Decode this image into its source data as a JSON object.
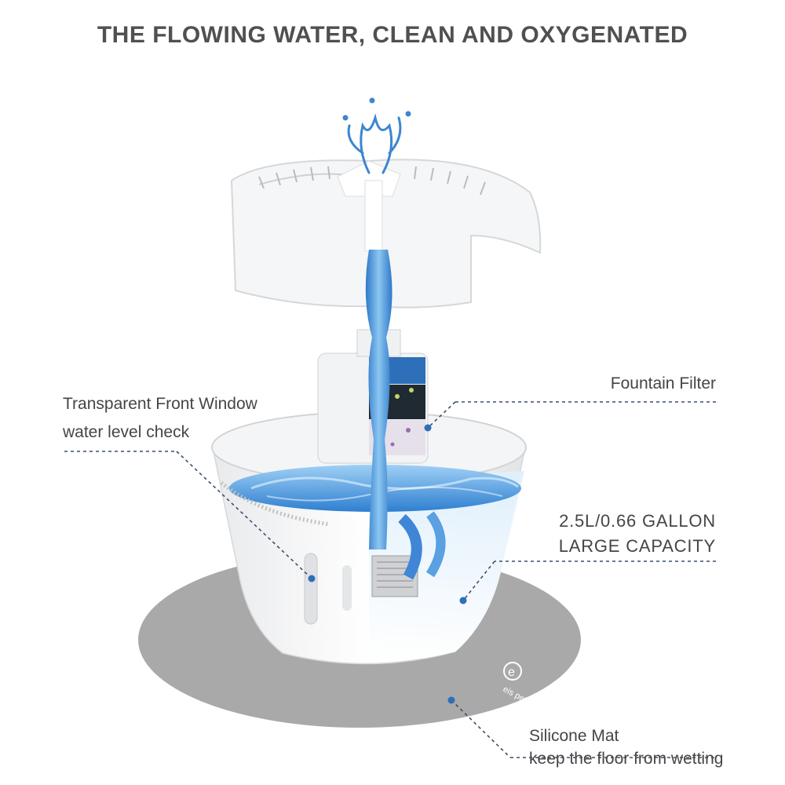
{
  "title": "THE FLOWING WATER, CLEAN AND OXYGENATED",
  "callouts": {
    "filter": "Fountain Filter",
    "window_title": "Transparent Front Window",
    "window_sub": "water level check",
    "capacity_line1": "2.5L/0.66 GALLON",
    "capacity_line2": "LARGE CAPACITY",
    "mat_title": "Silicone Mat",
    "mat_sub": "keep the floor from wetting"
  },
  "brand": {
    "logo_letter": "e",
    "logo_text": "eis pet"
  },
  "colors": {
    "mat": "#a9a9a9",
    "water": "#5aa9e6",
    "dashed_line": "#3a4f6b",
    "text": "#454545"
  },
  "icons": [
    "water-splash-icon",
    "brand-logo-icon"
  ]
}
